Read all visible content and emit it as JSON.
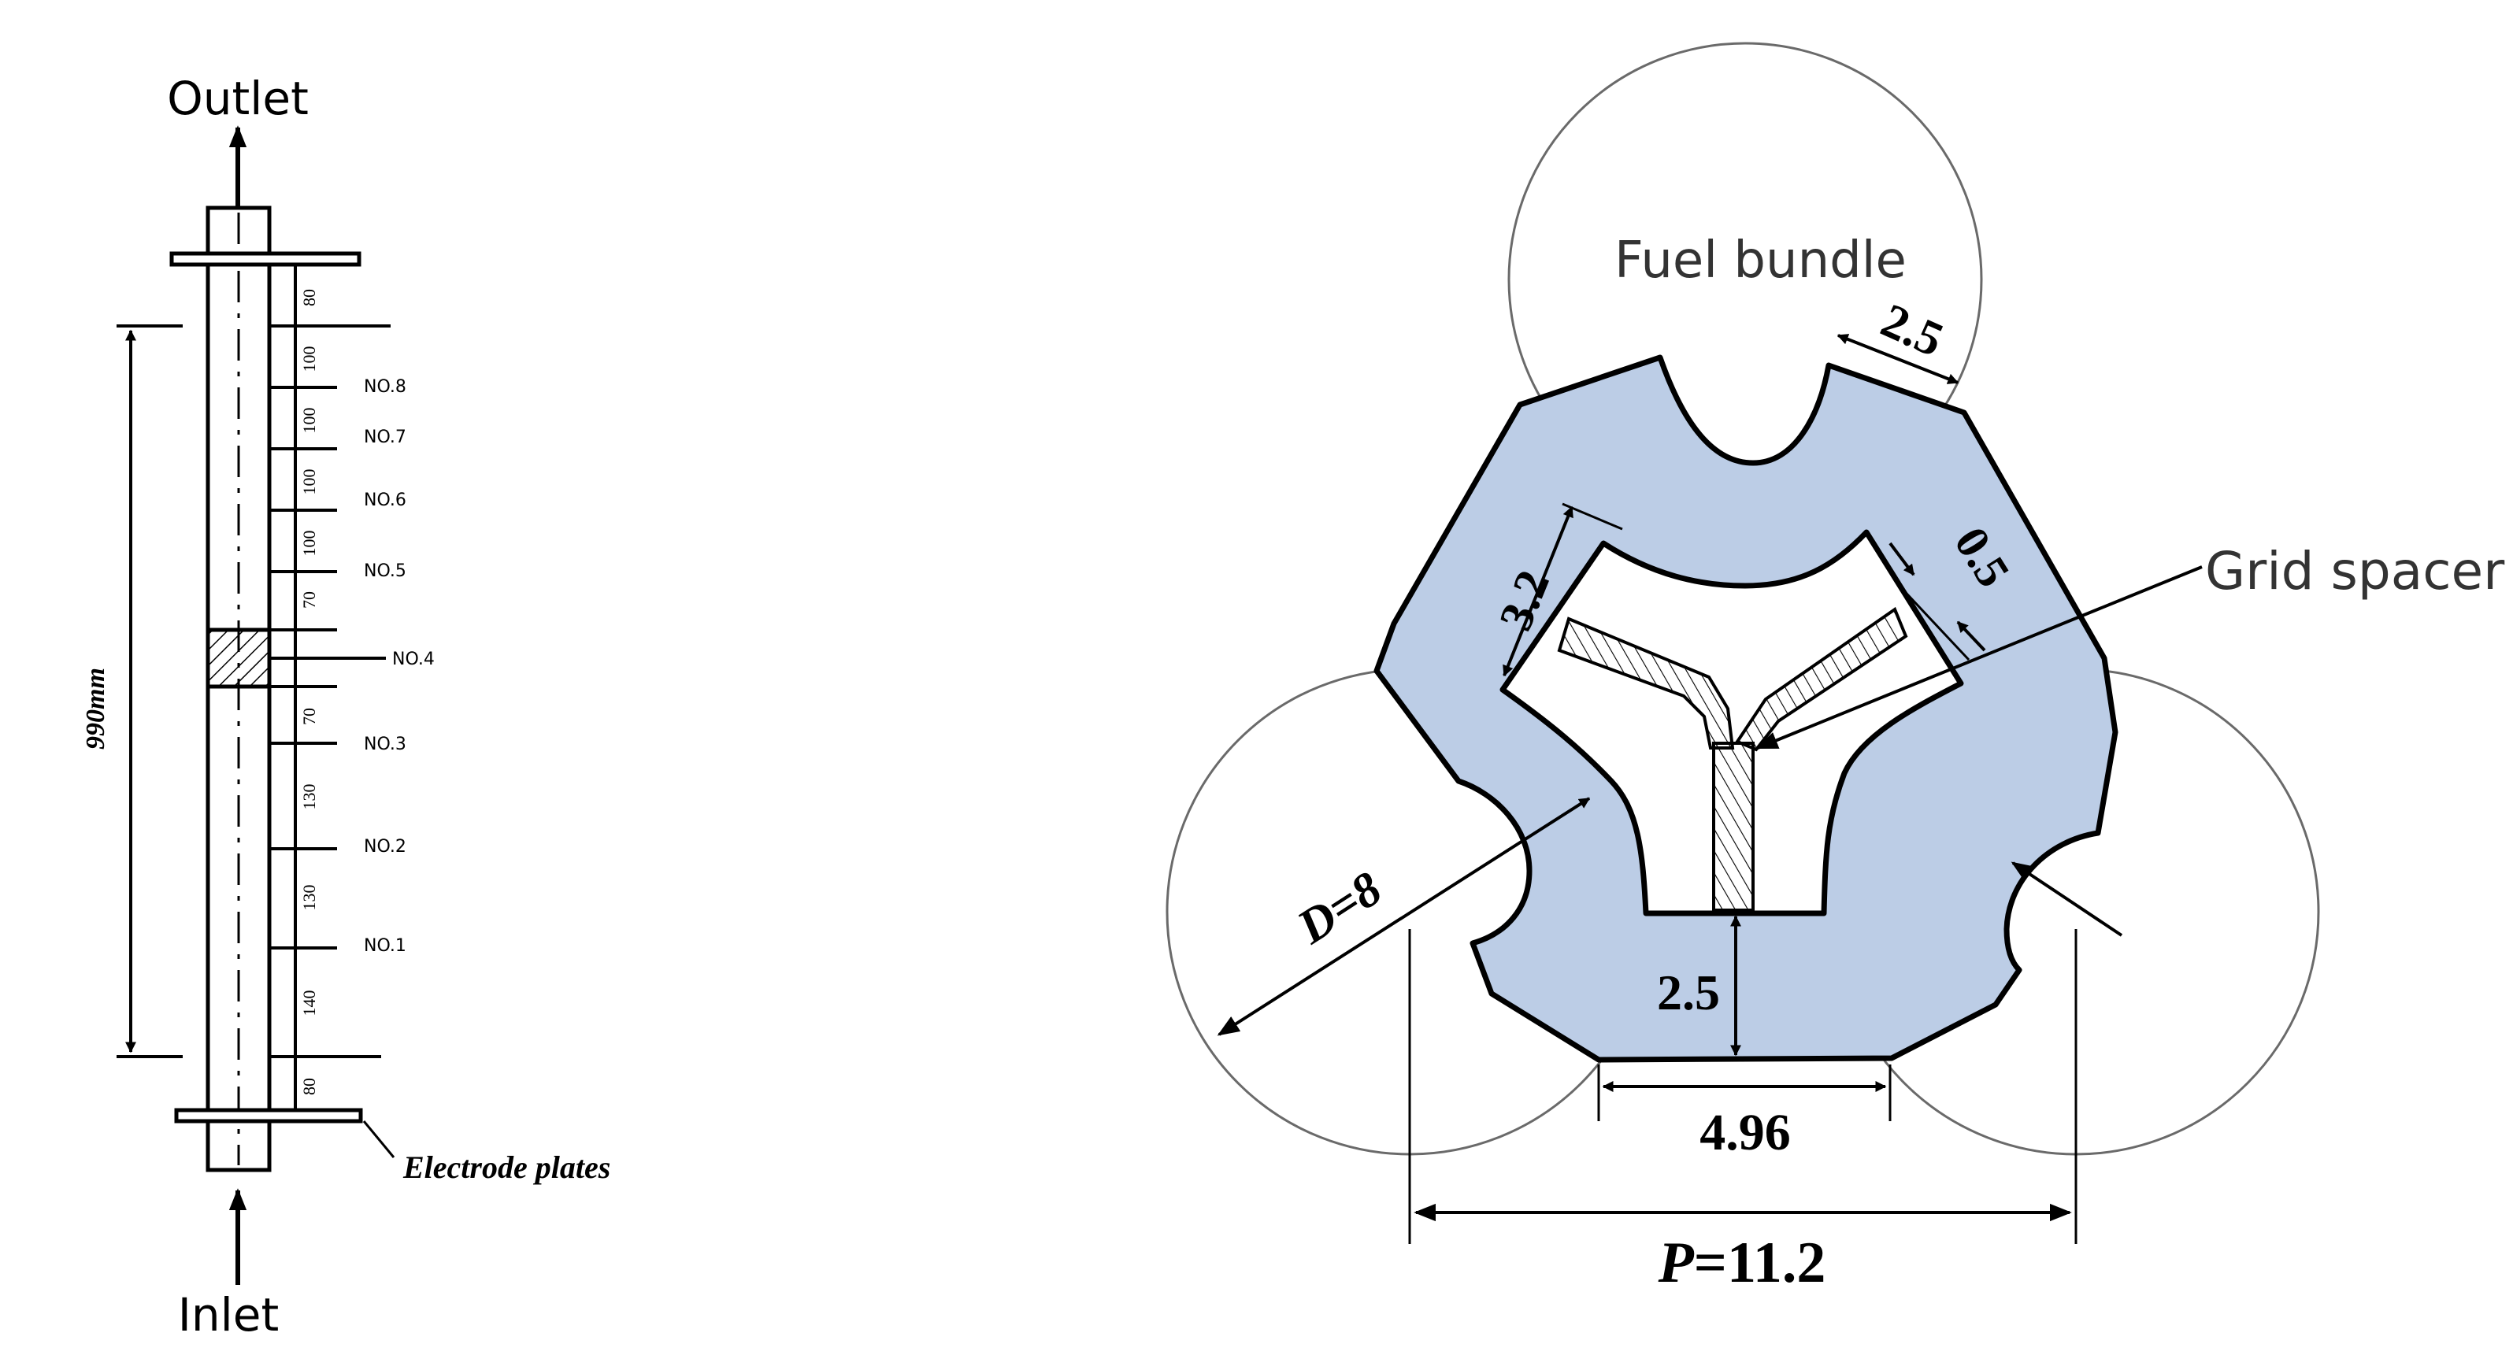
{
  "left_figure": {
    "outlet_label": "Outlet",
    "inlet_label": "Inlet",
    "total_length_label": "990mm",
    "electrode_label": "Electrode plates",
    "segment_lengths": [
      "80",
      "100",
      "100",
      "100",
      "100",
      "70",
      "70",
      "130",
      "130",
      "140",
      "80"
    ],
    "probes": [
      "NO.8",
      "NO.7",
      "NO.6",
      "NO.5",
      "NO.4",
      "NO.3",
      "NO.2",
      "NO.1"
    ]
  },
  "right_figure": {
    "fuel_bundle_label": "Fuel bundle",
    "grid_spacer_label": "Grid spacer",
    "dim_top_gap": "2.5",
    "dim_strip_width": "3.2",
    "dim_strip_thickness": "0.5",
    "dim_bottom_gap": "2.5",
    "dim_flat_width": "4.96",
    "dim_diameter": "D=8",
    "dim_pitch_p": "P",
    "dim_pitch_value": "=11.2"
  },
  "colors": {
    "subchannel_fill": "#bccde6",
    "line": "#000000",
    "rod_outline": "#6a6a6a",
    "label_text": "#333333"
  }
}
